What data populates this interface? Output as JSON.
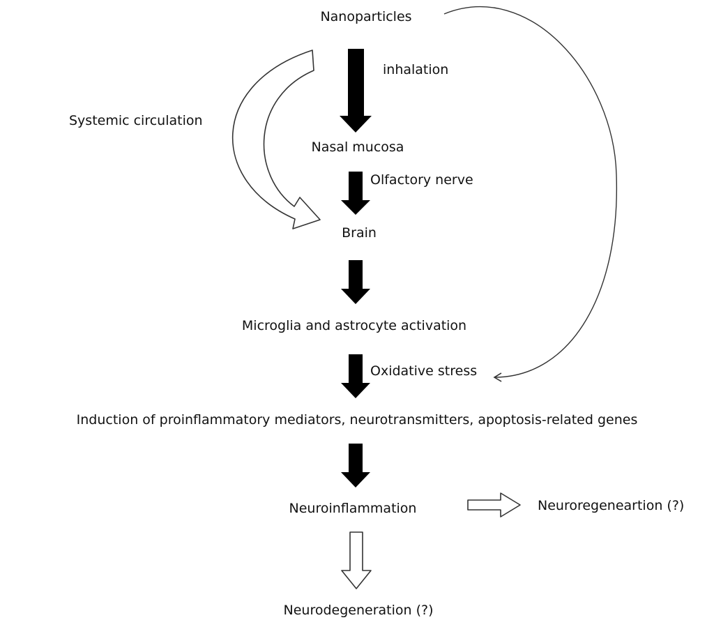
{
  "diagram": {
    "nodes": {
      "nanoparticles": "Nanoparticles",
      "nasal_mucosa": "Nasal mucosa",
      "brain": "Brain",
      "glia_activation": "Microglia and astrocyte activation",
      "induction": "Induction of proinflammatory mediators, neurotransmitters, apoptosis-related genes",
      "neuroinflammation": "Neuroinflammation",
      "neuroregeneration": "Neuroregeneartion (?)",
      "neurodegeneration": "Neurodegeneration (?)"
    },
    "edge_labels": {
      "inhalation": "inhalation",
      "olfactory_nerve": "Olfactory nerve",
      "systemic_circulation": "Systemic circulation",
      "oxidative_stress": "Oxidative stress"
    },
    "colors": {
      "solid_arrow": "#000000",
      "hollow_arrow_fill": "#ffffff",
      "hollow_arrow_stroke": "#333333",
      "text": "#111111"
    }
  }
}
